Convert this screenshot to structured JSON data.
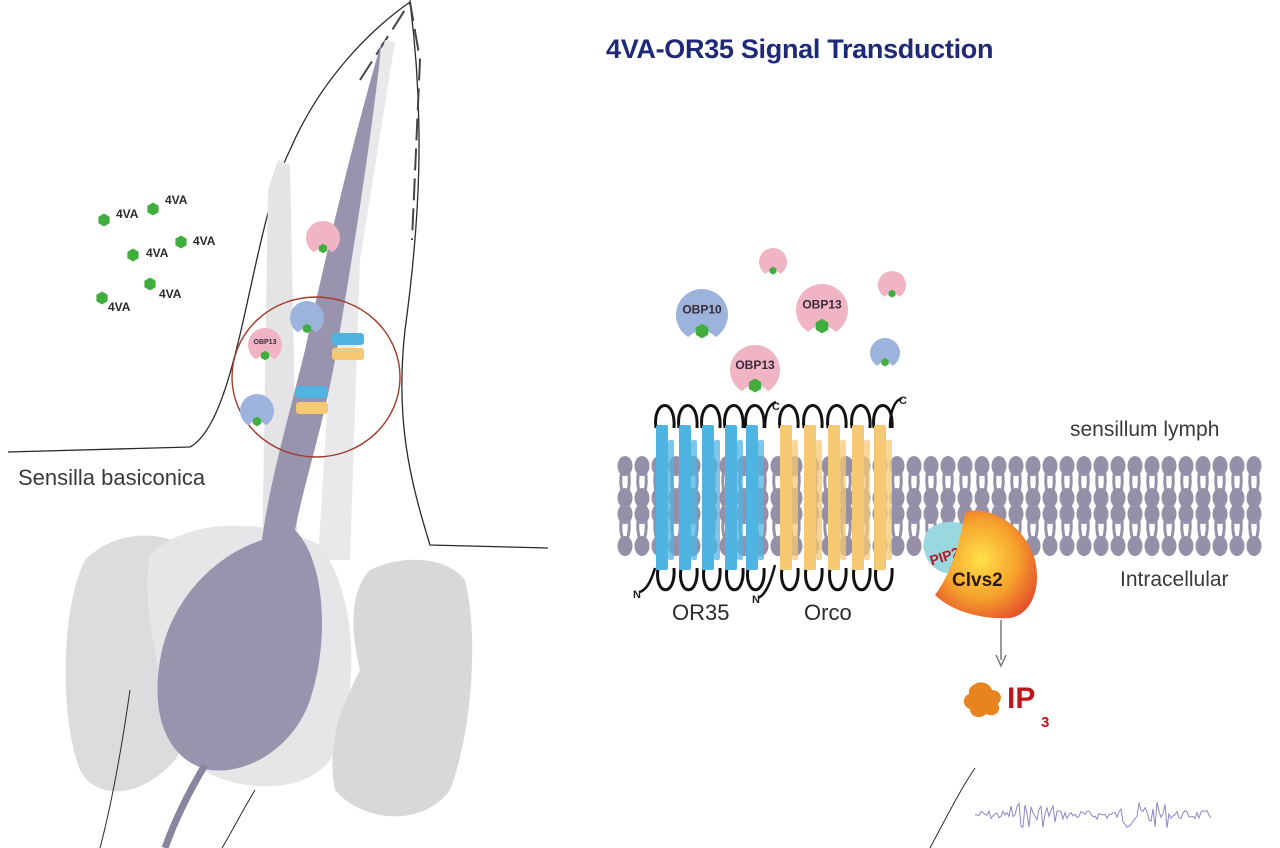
{
  "title": "4VA-OR35 Signal Transduction",
  "sensilla_label": "Sensilla basiconica",
  "odorant_label": "4VA",
  "obp_labels": {
    "obp10": "OBP10",
    "obp13": "OBP13"
  },
  "receptor_labels": {
    "or35": "OR35",
    "orco": "Orco"
  },
  "terminal_labels": {
    "n": "N",
    "c": "C"
  },
  "region_labels": {
    "lymph": "sensillum lymph",
    "intracellular": "Intracellular"
  },
  "molecules": {
    "pip2": "PIP2",
    "clvs2": "Clvs2",
    "ip3": "IP",
    "ip3_sub": "3"
  },
  "colors": {
    "title": "#1e2a78",
    "neuron": "#9a93ad",
    "odorant": "#3fae3c",
    "obp13": "#f0b4c4",
    "obp10": "#9cb4dc",
    "or35": "#4fb4e2",
    "orco": "#f5c873",
    "membrane": "#9590a8",
    "ip3_text": "#c0151d",
    "ip3_star": "#e8841f",
    "pip2": "#9ad8e0"
  }
}
